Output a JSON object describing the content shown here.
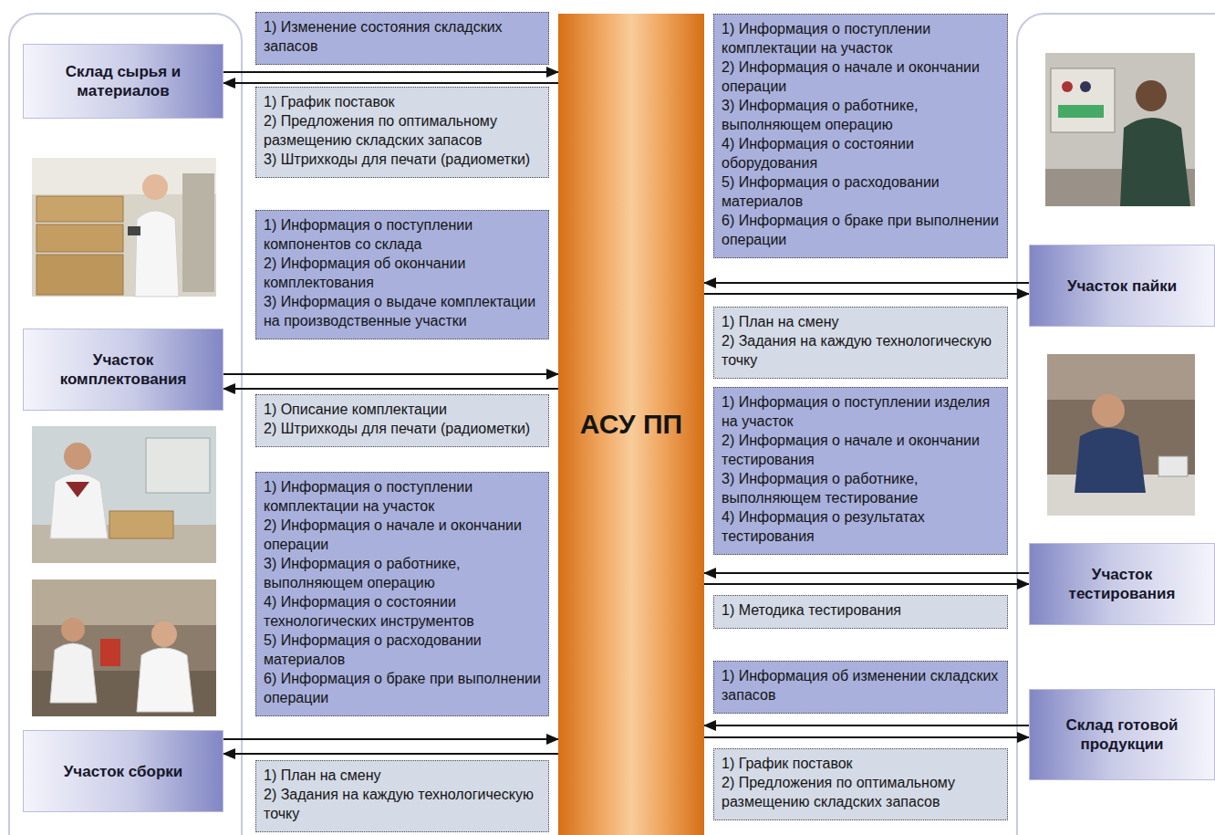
{
  "diagram": {
    "nodes": [
      {
        "text": [
          "Склад сырья и материалов"
        ]
      },
      {
        "text": [
          "1) Изменение состояния складских запасов"
        ]
      },
      {
        "text": [
          "1) График поставок",
          "2) Предложения по оптимальному размещению складских запасов",
          "3) Штрихкоды для печати (радиометки)"
        ]
      },
      {
        "text": [
          "Участок комплектования"
        ]
      },
      {
        "text": [
          "1) Информация о поступлении компонентов со склада",
          "2) Информация об окончании комплектования",
          "3) Информация о выдаче комплектации на производственные участки"
        ]
      },
      {
        "text": [
          "1) Описание комплектации",
          "2) Штрихкоды для печати (радиометки)"
        ]
      },
      {
        "text": [
          "Участок сборки"
        ]
      },
      {
        "text": [
          "1) Информация о поступлении комплектации на участок",
          "2) Информация о начале и окончании операции",
          "3) Информация о работнике, выполняющем операцию",
          "4) Информация о состоянии технологических инструментов",
          "5) Информация о расходовании материалов",
          "6) Информация о браке при выполнении операции"
        ]
      },
      {
        "text": [
          "1) План на смену",
          "2) Задания на каждую технологическую точку"
        ]
      },
      {
        "text": [
          "АСУ ПП"
        ]
      },
      {
        "text": [
          "1) Информация о поступлении комплектации на участок",
          "2) Информация о начале и окончании операции",
          "3) Информация о работнике, выполняющем операцию",
          "4) Информация о состоянии оборудования",
          "5) Информация о расходовании материалов",
          "6) Информация о браке при выполнении операции"
        ]
      },
      {
        "text": [
          "Участок пайки"
        ]
      },
      {
        "text": [
          "1) План на смену",
          "2) Задания на каждую технологическую точку"
        ]
      },
      {
        "text": [
          "1) Информация о поступлении изделия на участок",
          "2) Информация о начале и окончании тестирования",
          "3) Информация о работнике, выполняющем тестирование",
          "4) Информация о результатах тестирования"
        ]
      },
      {
        "text": [
          "Участок тестирования"
        ]
      },
      {
        "text": [
          "1) Методика тестирования"
        ]
      },
      {
        "text": [
          "1) Информация об изменении складских запасов"
        ]
      },
      {
        "text": [
          "Склад готовой продукции"
        ]
      },
      {
        "text": [
          "1) График поставок",
          "2) Предложения по оптимальному размещению складских запасов"
        ]
      }
    ],
    "edges": [
      {
        "from": 0,
        "to": 9,
        "arrow": "to"
      },
      {
        "from": 9,
        "to": 0,
        "arrow": "to"
      },
      {
        "from": 3,
        "to": 9,
        "arrow": "to"
      },
      {
        "from": 9,
        "to": 3,
        "arrow": "to"
      },
      {
        "from": 6,
        "to": 9,
        "arrow": "to"
      },
      {
        "from": 9,
        "to": 6,
        "arrow": "to"
      },
      {
        "from": 11,
        "to": 9,
        "arrow": "to"
      },
      {
        "from": 9,
        "to": 11,
        "arrow": "to"
      },
      {
        "from": 14,
        "to": 9,
        "arrow": "to"
      },
      {
        "from": 9,
        "to": 14,
        "arrow": "to"
      },
      {
        "from": 17,
        "to": 9,
        "arrow": "to"
      },
      {
        "from": 9,
        "to": 17,
        "arrow": "to"
      }
    ]
  }
}
